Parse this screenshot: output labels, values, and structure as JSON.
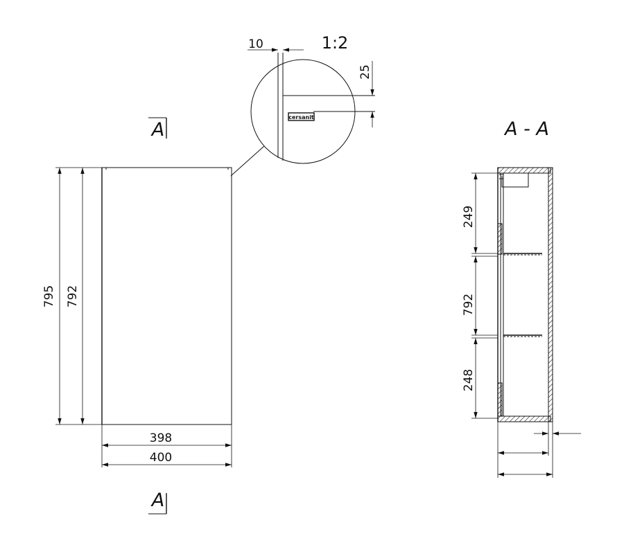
{
  "detail": {
    "scale": "1:2",
    "dim_horizontal": "10",
    "dim_vertical": "25",
    "logo_text": "cersanit"
  },
  "front_view": {
    "section_mark": "A",
    "height_outer": "795",
    "height_inner": "792",
    "width_inner": "398",
    "width_outer": "400"
  },
  "section_view": {
    "title": "A - A",
    "dim_top": "249",
    "dim_middle": "792",
    "dim_bottom": "248"
  },
  "colors": {
    "line": "#111111",
    "background": "#ffffff"
  }
}
